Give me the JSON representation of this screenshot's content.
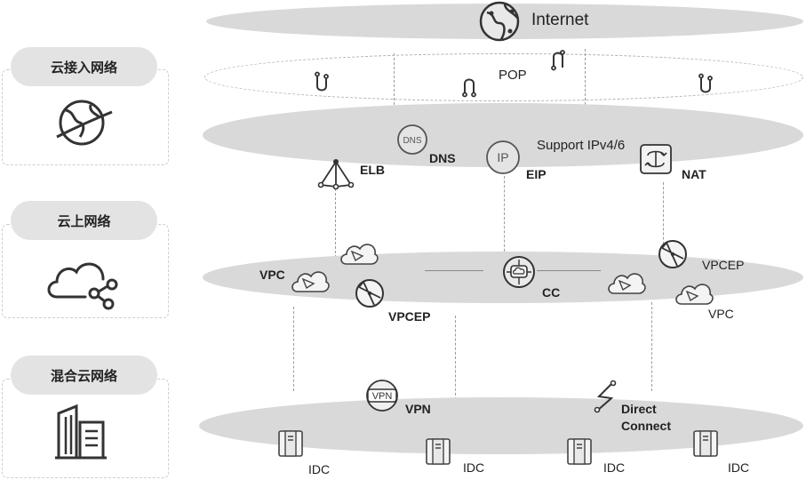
{
  "left_panels": [
    {
      "label": "云接入网络",
      "icon": "globe-orbit-icon"
    },
    {
      "label": "云上网络",
      "icon": "cloud-share-icon"
    },
    {
      "label": "混合云网络",
      "icon": "buildings-icon"
    }
  ],
  "layers": {
    "internet": {
      "label": "Internet"
    },
    "pop": {
      "label": "POP"
    },
    "access": {
      "dns": "DNS",
      "elb": "ELB",
      "eip": "EIP",
      "support": "Support IPv4/6",
      "nat": "NAT"
    },
    "cloud": {
      "vpc_left": "VPC",
      "vpcep_left": "VPCEP",
      "cc": "CC",
      "vpcep_right": "VPCEP",
      "vpc_right": "VPC"
    },
    "hybrid": {
      "vpn": "VPN",
      "direct_connect_1": "Direct",
      "direct_connect_2": "Connect",
      "idc": [
        "IDC",
        "IDC",
        "IDC",
        "IDC"
      ]
    }
  },
  "icon_texts": {
    "dns": "DNS",
    "ip": "IP",
    "vpn": "VPN"
  },
  "colors": {
    "layer_fill": "#d9d9d9",
    "pill_fill": "#e3e3e3",
    "icon_stroke": "#333333"
  }
}
